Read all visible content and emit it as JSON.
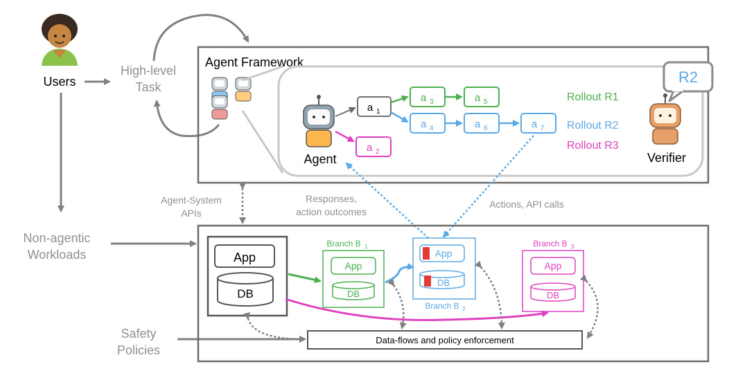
{
  "users": {
    "label": "Users"
  },
  "task": {
    "line1": "High-level",
    "line2": "Task"
  },
  "framework": {
    "title": "Agent Framework"
  },
  "agent": {
    "label": "Agent"
  },
  "verifier": {
    "label": "Verifier",
    "speech": "R2"
  },
  "actions": {
    "a1": "a",
    "a1_sub": "1",
    "a2": "a",
    "a2_sub": "2",
    "a3": "a",
    "a3_sub": "3",
    "a4": "a",
    "a4_sub": "4",
    "a5": "a",
    "a5_sub": "5",
    "a6": "a",
    "a6_sub": "6",
    "a7": "a",
    "a7_sub": "7"
  },
  "rollouts": {
    "r1": "Rollout R1",
    "r2": "Rollout R2",
    "r3": "Rollout R3"
  },
  "colors": {
    "r1": "#4caf50",
    "r2": "#5aa9e6",
    "r3": "#e040c0",
    "gray": "#808080",
    "red": "#e53935"
  },
  "apis": {
    "line1": "Agent-System",
    "line2": "APIs"
  },
  "responses": {
    "line1": "Responses,",
    "line2": "action outcomes"
  },
  "actions_calls": {
    "label": "Actions, API calls"
  },
  "nonagentic": {
    "line1": "Non-agentic",
    "line2": "Workloads"
  },
  "safety": {
    "line1": "Safety",
    "line2": "Policies"
  },
  "system": {
    "app": "App",
    "db": "DB",
    "branch1": {
      "label": "Branch B",
      "sub": "1",
      "app": "App",
      "db": "DB"
    },
    "branch2": {
      "label": "Branch B",
      "sub": "2",
      "app": "App",
      "db": "DB"
    },
    "branch3": {
      "label": "Branch B",
      "sub": "3",
      "app": "App",
      "db": "DB"
    },
    "enforcement": "Data-flows and policy enforcement"
  }
}
